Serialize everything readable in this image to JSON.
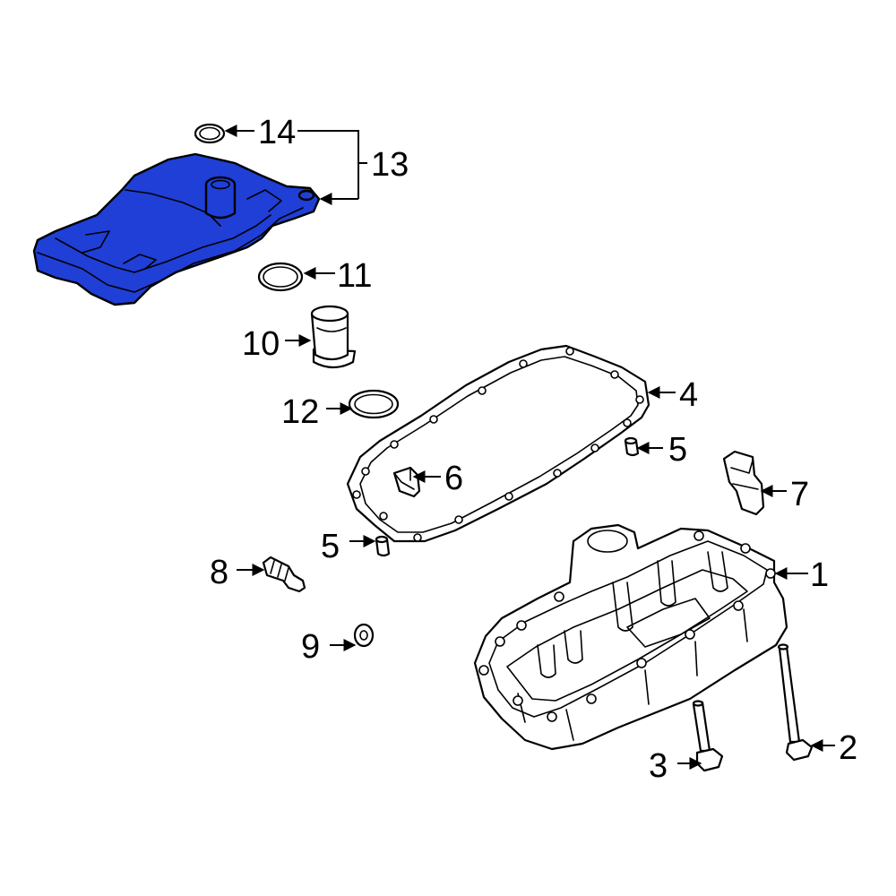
{
  "diagram": {
    "highlight_color": "#1f3fd6",
    "callouts": [
      {
        "id": "c1",
        "label": "1"
      },
      {
        "id": "c2",
        "label": "2"
      },
      {
        "id": "c3",
        "label": "3"
      },
      {
        "id": "c4",
        "label": "4"
      },
      {
        "id": "c5a",
        "label": "5"
      },
      {
        "id": "c5b",
        "label": "5"
      },
      {
        "id": "c6",
        "label": "6"
      },
      {
        "id": "c7",
        "label": "7"
      },
      {
        "id": "c8",
        "label": "8"
      },
      {
        "id": "c9",
        "label": "9"
      },
      {
        "id": "c10",
        "label": "10"
      },
      {
        "id": "c11",
        "label": "11"
      },
      {
        "id": "c12",
        "label": "12"
      },
      {
        "id": "c13",
        "label": "13"
      },
      {
        "id": "c14",
        "label": "14"
      }
    ]
  }
}
